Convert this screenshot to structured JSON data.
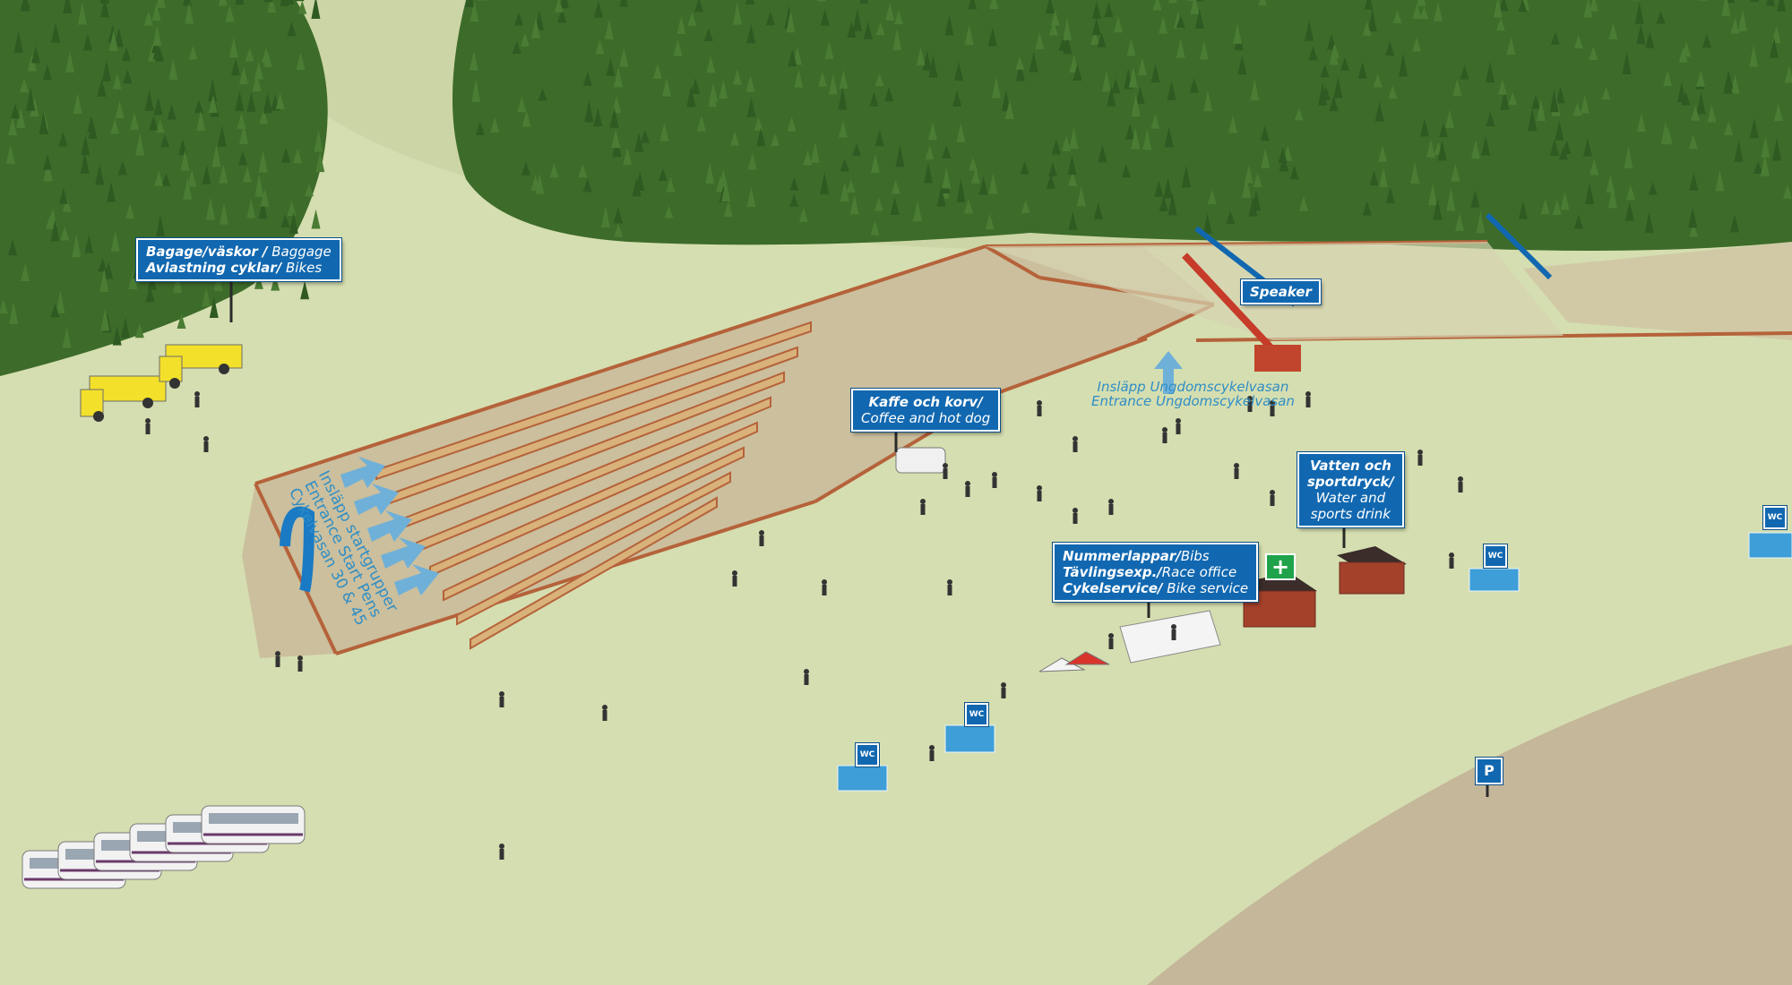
{
  "signs": {
    "baggage": {
      "line1_bold": "Bagage/väskor /",
      "line1_regular": " Baggage",
      "line2_bold": "Avlastning cyklar/",
      "line2_regular": " Bikes"
    },
    "speaker": {
      "label": "Speaker"
    },
    "coffee": {
      "line1_bold": "Kaffe och korv/",
      "line2_regular": "Coffee and hot dog"
    },
    "water": {
      "line1_bold": "Vatten och",
      "line2_bold": "sportdryck/",
      "line3_regular": "Water and",
      "line4_regular": "sports drink"
    },
    "bibs": {
      "line1_bold": "Nummerlappar/",
      "line1_regular": "Bibs",
      "line2_bold": "Tävlingsexp./",
      "line2_regular": "Race office",
      "line3_bold": "Cykelservice/",
      "line3_regular": " Bike service"
    },
    "parking": {
      "label": "P"
    },
    "toilet": {
      "label": "WC"
    }
  },
  "ground_labels": {
    "youth_entrance": {
      "line1": "Insläpp Ungdomscykelvasan",
      "line2": "Entrance Ungdomscykelvasan"
    },
    "start_pens": {
      "line1": "Insläpp startgrupper",
      "line2": "Entrance Start Pens",
      "line3": "Cykelvasan 30 & 45"
    }
  },
  "colors": {
    "meadow": "#d5deb0",
    "forest": "#3d6b2a",
    "gravel": "#c4b79a",
    "fence": "#b5623a",
    "sign_blue": "#1168b0",
    "ground_text": "#2f8ec6",
    "first_aid_green": "#1fa34a",
    "house_red": "#a3412b",
    "truck_yellow": "#f3e02a"
  },
  "icons": {
    "toilet": "toilet-icon",
    "first_aid": "first-aid-cross-icon",
    "parking": "parking-icon",
    "arrow": "arrow-up-icon"
  }
}
